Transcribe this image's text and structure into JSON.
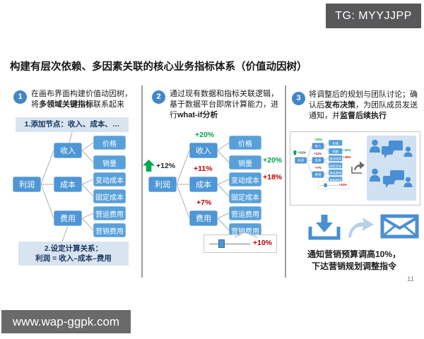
{
  "tg_badge": "TG: MYYJJPP",
  "watermark": "www.wap-ggpk.com",
  "title": "构建有层次依赖、多因素关联的核心业务指标体系（价值动因树）",
  "page_number": "11",
  "steps": {
    "s1": {
      "num": "1",
      "seg1": "在画布界面构建价值动因树，将",
      "seg2": "多领域关键指标",
      "seg3": "联系起来"
    },
    "s2": {
      "num": "2",
      "seg1": "通过现有数据和指标关联逻辑，基于数据平台即席计算能力，进行",
      "seg2": "what-if分析"
    },
    "s3": {
      "num": "3",
      "seg1": "将调整后的规划与团队讨论；确认后",
      "seg2": "发布决策",
      "seg3": "，为团队成员发送通知，并",
      "seg4": "监督后续执行"
    }
  },
  "tree": {
    "root": "利润",
    "mid1": "收入",
    "mid2": "成本",
    "mid3": "费用",
    "leaf1": "价格",
    "leaf2": "销量",
    "leaf3": "变动成本",
    "leaf4": "固定成本",
    "leaf5": "营运费用",
    "leaf6": "营销费用"
  },
  "annotations": {
    "add_nodes": "1.添加节点：收入、成本、…",
    "relation_title": "2.设定计算关系：",
    "relation_formula": "利润 = 收入–成本–费用"
  },
  "whatif": {
    "profit": "+12%",
    "revenue": "+20%",
    "cost": "+11%",
    "expense": "+7%",
    "volume": "+20%",
    "variable_cost": "+18%",
    "slider": "+10%"
  },
  "caption": {
    "line1": "通知营销预算调高10%，",
    "line2": "下达营销规划调整指令"
  },
  "colors": {
    "node_blue": "#4e96d5",
    "accent_red": "#c00000",
    "accent_green": "#00a050",
    "anno_bg": "#d9e4f1",
    "badge_gray": "#58585a"
  }
}
